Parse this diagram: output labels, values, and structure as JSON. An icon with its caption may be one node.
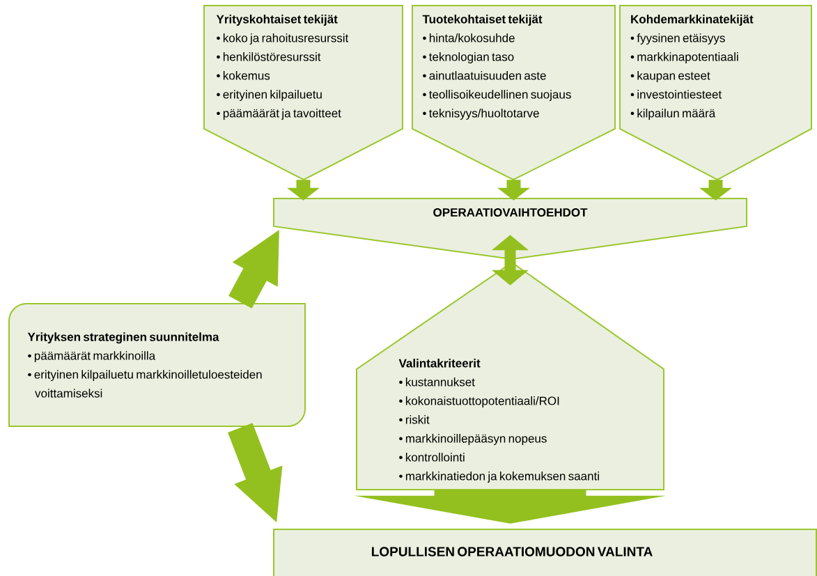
{
  "diagram": {
    "nodes": [
      {
        "text": [
          "Yrityskohtaiset tekijät",
          "• koko ja rahoitusresurssit",
          "• henkilöstöresurssit",
          "• kokemus",
          "• erityinen kilpailuetu",
          "• päämäärät ja tavoitteet"
        ]
      },
      {
        "text": [
          "Tuotekohtaiset tekijät",
          "• hinta/kokosuhde",
          "• teknologian taso",
          "• ainutlaatuisuuden aste",
          "• teollisoikeudellinen suojaus",
          "• teknisyys/huoltotarve"
        ]
      },
      {
        "text": [
          "Kohdemarkkinatekijät",
          "• fyysinen etäisyys",
          "• markkinapotentiaali",
          "• kaupan esteet",
          "• investointiesteet",
          "• kilpailun määrä"
        ]
      },
      {
        "text": [
          "OPERAATIOVAIHTOEHDOT"
        ]
      },
      {
        "text": [
          "Yrityksen strateginen suunnitelma",
          "• päämäärät markkinoilla",
          "• erityinen kilpailuetu markkinoilletuloesteiden voittamiseksi"
        ]
      },
      {
        "text": [
          "Valintakriteerit",
          "• kustannukset",
          "• kokonaistuottopotentiaali/ROI",
          "• riskit",
          "• markkinoillepääsyn nopeus",
          "• kontrollointi",
          "• markkinatiedon ja kokemuksen saanti"
        ]
      },
      {
        "text": [
          "LOPULLISEN OPERAATIOMUODON VALINTA"
        ]
      }
    ],
    "edges": [
      {
        "from": 0,
        "to": 3,
        "arrow": "to"
      },
      {
        "from": 1,
        "to": 3,
        "arrow": "to"
      },
      {
        "from": 2,
        "to": 3,
        "arrow": "to"
      },
      {
        "from": 3,
        "to": 5,
        "arrow": "both"
      },
      {
        "from": 4,
        "to": 3,
        "arrow": "to",
        "style": "thick"
      },
      {
        "from": 4,
        "to": 6,
        "arrow": "to",
        "style": "thick"
      },
      {
        "from": 5,
        "to": 6,
        "arrow": "to",
        "style": "thick"
      }
    ]
  }
}
